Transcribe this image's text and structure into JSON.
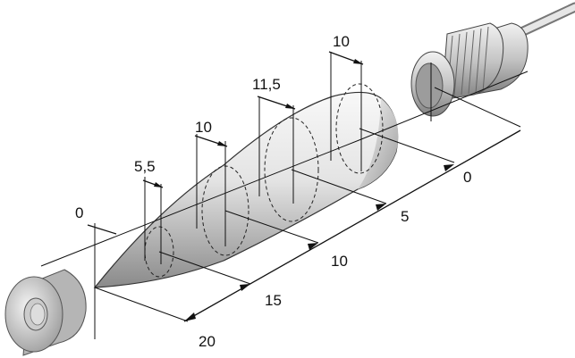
{
  "colors": {
    "line": "#111111",
    "cone_light": "#f7f7f7",
    "cone_dark": "#8d8d8d"
  },
  "diameter_labels": [
    "0",
    "5,5",
    "10",
    "11,5",
    "10"
  ],
  "distance_labels": [
    "0",
    "5",
    "10",
    "15",
    "20"
  ],
  "parts": [
    "sensor-body",
    "target-disc",
    "cable",
    "sensing-cone"
  ]
}
